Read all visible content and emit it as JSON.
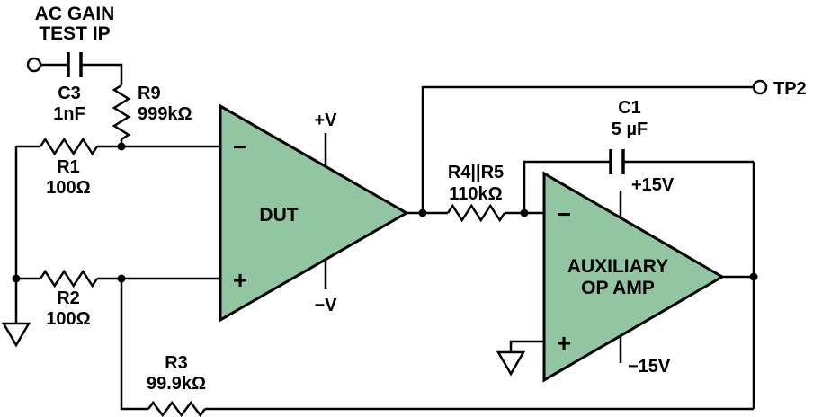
{
  "diagram": {
    "heading": {
      "line1": "AC GAIN",
      "line2": "TEST IP"
    },
    "components": {
      "c3": {
        "name": "C3",
        "value": "1nF"
      },
      "r9": {
        "name": "R9",
        "value": "999kΩ"
      },
      "r1": {
        "name": "R1",
        "value": "100Ω"
      },
      "r2": {
        "name": "R2",
        "value": "100Ω"
      },
      "r3": {
        "name": "R3",
        "value": "99.9kΩ"
      },
      "r4r5": {
        "name": "R4||R5",
        "value": "110kΩ"
      },
      "c1": {
        "name": "C1",
        "value": "5 µF"
      }
    },
    "dut": {
      "label": "DUT",
      "minus": "−",
      "plus": "+",
      "supply_pos": "+V",
      "supply_neg": "−V"
    },
    "aux": {
      "label_line1": "AUXILIARY",
      "label_line2": "OP AMP",
      "minus": "−",
      "plus": "+",
      "supply_pos": "+15V",
      "supply_neg": "−15V"
    },
    "test_points": {
      "tp2": "TP2"
    },
    "colors": {
      "opamp_fill": "#92c5a1",
      "wire": "#000000",
      "background": "#ffffff"
    }
  }
}
